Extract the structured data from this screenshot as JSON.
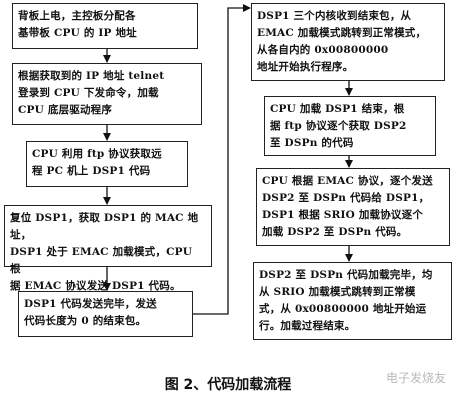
{
  "diagram": {
    "left_steps": [
      "背板上电，主控板分配各\n基带板 CPU 的 IP 地址",
      "根据获取到的 IP 地址 telnet\n登录到 CPU 下发命令，加载\nCPU 底层驱动程序",
      "CPU 利用 ftp 协议获取远\n程 PC 机上 DSP1 代码",
      "复位 DSP1，获取 DSP1 的 MAC 地址，\nDSP1 处于 EMAC 加载模式，CPU 根\n据 EMAC 协议发送 DSP1 代码。",
      "DSP1 代码发送完毕，发送\n代码长度为 0 的结束包。"
    ],
    "right_steps": [
      "DSP1 三个内核收到结束包，从\nEMAC 加载模式跳转到正常模式，\n从各自内的 0x00800000\n地址开始执行程序。",
      "CPU 加载 DSP1 结束，根\n据 ftp 协议逐个获取 DSP2\n至 DSPn 的代码",
      "CPU 根据 EMAC 协议，逐个发送\nDSP2 至 DSPn 代码给 DSP1，\nDSP1 根据 SRIO 加载协议逐个\n加载 DSP2 至 DSPn 代码。",
      "DSP2 至 DSPn 代码加载完毕，均\n从 SRIO 加载模式跳转到正常模\n式，从 0x00800000 地址开始运\n行。加载过程结束。"
    ],
    "caption": "图 2、代码加载流程",
    "watermark": "电子发烧友"
  }
}
